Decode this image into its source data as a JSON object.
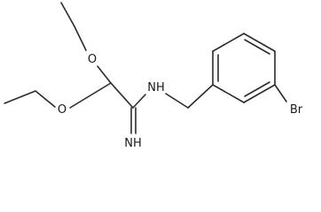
{
  "structure": {
    "atoms": {
      "o_upper": "O",
      "o_lower": "O",
      "nh_amine": "NH",
      "nh_imine": "NH",
      "br": "Br"
    }
  },
  "colors": {
    "bond": "#2b2b2b",
    "label": "#1a1a1a",
    "background": "#ffffff"
  }
}
